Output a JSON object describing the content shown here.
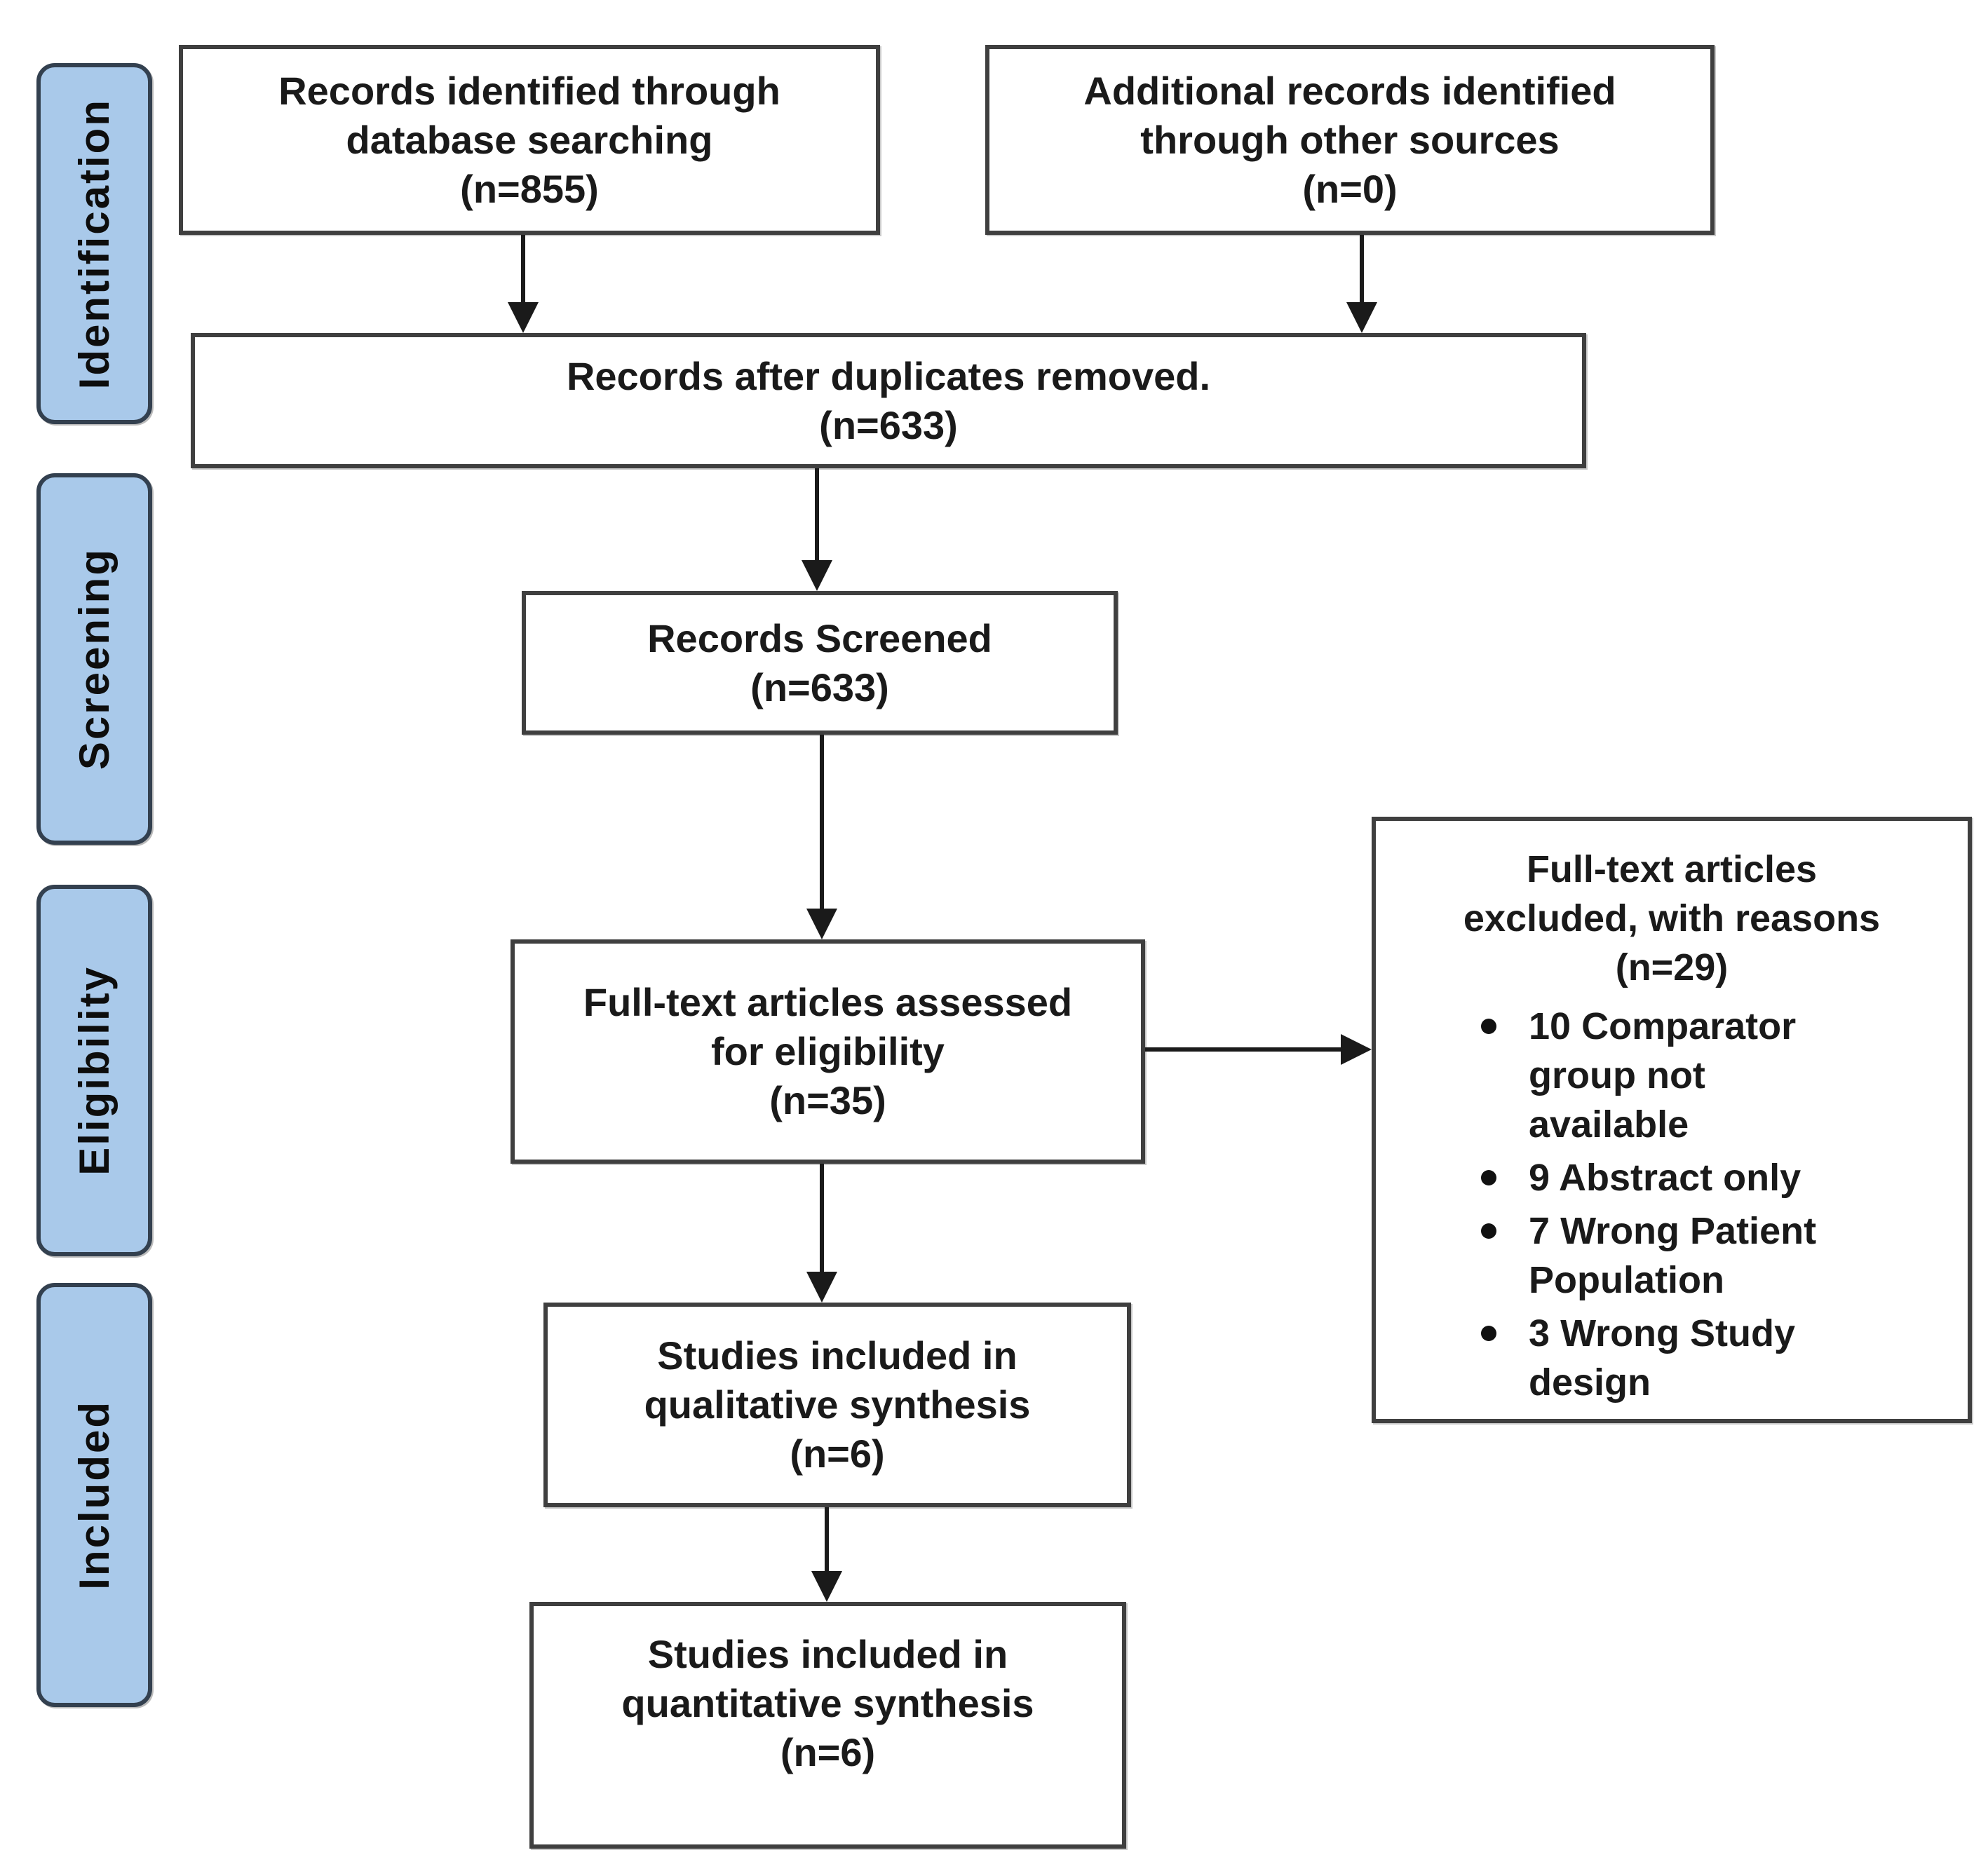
{
  "diagram": {
    "type": "prisma-flow",
    "stages": [
      {
        "id": "identification",
        "label": "Identification"
      },
      {
        "id": "screening",
        "label": "Screening"
      },
      {
        "id": "eligibility",
        "label": "Eligibility"
      },
      {
        "id": "included",
        "label": "Included"
      }
    ],
    "boxes": [
      {
        "id": "db-search",
        "lines": [
          "Records identified through",
          "database searching",
          "(n=855)"
        ]
      },
      {
        "id": "other-sources",
        "lines": [
          "Additional records identified",
          "through other sources",
          "(n=0)"
        ]
      },
      {
        "id": "after-duplicates",
        "lines": [
          "Records after duplicates removed.",
          "(n=633)"
        ]
      },
      {
        "id": "screened",
        "lines": [
          "Records Screened",
          "(n=633)"
        ]
      },
      {
        "id": "fulltext-assessed",
        "lines": [
          "Full-text articles assessed",
          "for eligibility",
          "(n=35)"
        ]
      },
      {
        "id": "excluded",
        "header_lines": [
          "Full-text articles",
          "excluded, with reasons",
          "(n=29)"
        ],
        "bullets": [
          {
            "count": "10",
            "reason": "Comparator group not available"
          },
          {
            "count": "9",
            "reason": "Abstract only"
          },
          {
            "count": "7",
            "reason": "Wrong Patient Population"
          },
          {
            "count": "3",
            "reason": "Wrong Study design"
          }
        ]
      },
      {
        "id": "qualitative",
        "lines": [
          "Studies included in",
          "qualitative synthesis",
          "(n=6)"
        ]
      },
      {
        "id": "quantitative",
        "lines": [
          "Studies included in",
          "quantitative synthesis",
          "(n=6)"
        ]
      }
    ],
    "colors": {
      "stage_fill": "#A9C9EA",
      "stage_border": "#33404F",
      "box_border": "#3F3F3F",
      "text": "#1A1A1A",
      "arrow": "#1A1A1A",
      "background": "#FFFFFF"
    }
  }
}
